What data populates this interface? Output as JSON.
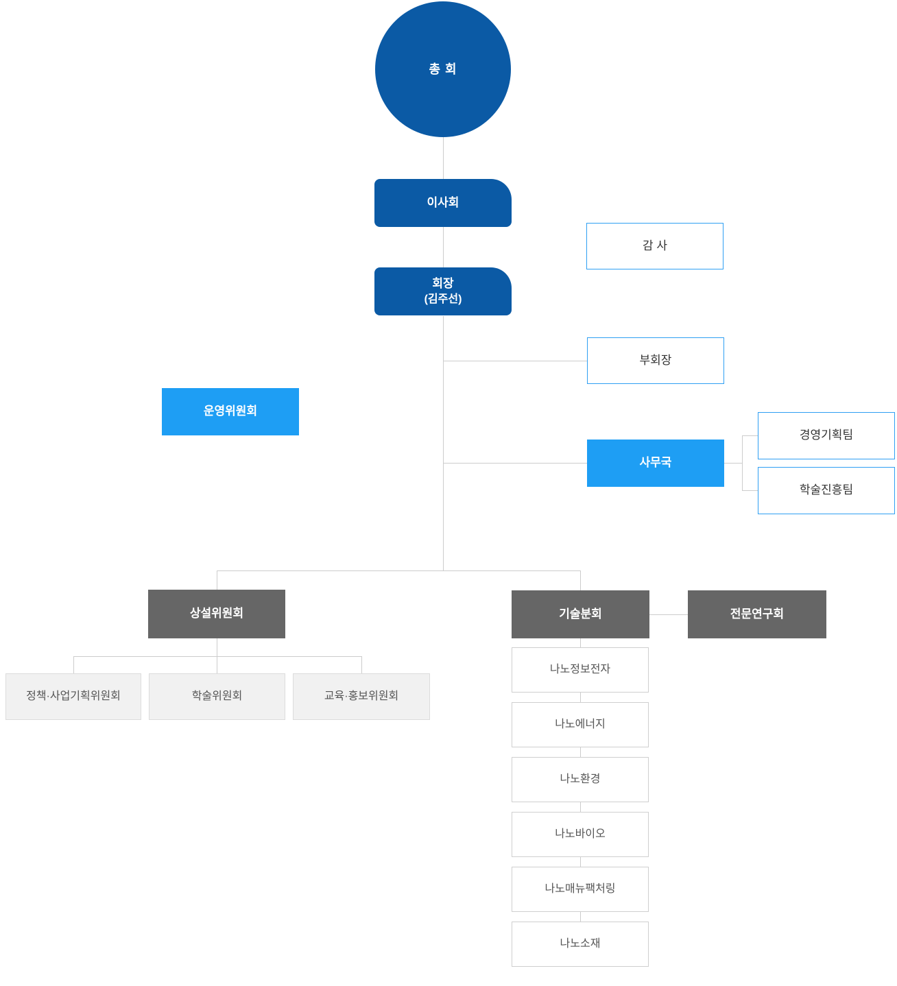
{
  "chart_type": "organization-chart",
  "colors": {
    "primary_navy": "#0B5AA5",
    "accent_skyblue": "#1E9EF4",
    "outline_blue": "#2E9FF3",
    "dark_gray": "#666666",
    "light_gray_fill": "#F1F1F1",
    "connector_gray": "#CCCCCC",
    "text_dark": "#333333",
    "text_gray": "#555555"
  },
  "nodes": {
    "general_assembly": {
      "label": "총 회"
    },
    "board": {
      "label": "이사회"
    },
    "chairman": {
      "label": "회장",
      "sub": "(김주선)"
    },
    "auditor": {
      "label": "감 사"
    },
    "vice_chairman": {
      "label": "부회장"
    },
    "steering_committee": {
      "label": "운영위원회"
    },
    "secretariat": {
      "label": "사무국"
    },
    "secretariat_teams": [
      {
        "label": "경영기획팀"
      },
      {
        "label": "학술진흥팀"
      }
    ],
    "standing_committee": {
      "label": "상설위원회"
    },
    "standing_subcommittees": [
      {
        "label": "정책·사업기획위원회"
      },
      {
        "label": "학술위원회"
      },
      {
        "label": "교육·홍보위원회"
      }
    ],
    "technical_division": {
      "label": "기술분회"
    },
    "research_society": {
      "label": "전문연구회"
    },
    "technical_subdivisions": [
      {
        "label": "나노정보전자"
      },
      {
        "label": "나노에너지"
      },
      {
        "label": "나노환경"
      },
      {
        "label": "나노바이오"
      },
      {
        "label": "나노매뉴팩처링"
      },
      {
        "label": "나노소재"
      }
    ]
  }
}
